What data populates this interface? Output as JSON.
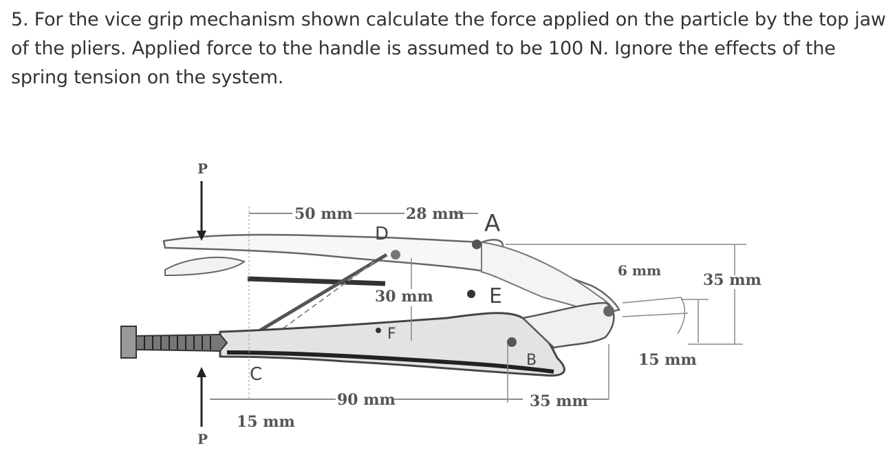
{
  "problem": {
    "lines": [
      "5. For the vice grip mechanism shown calculate the force applied on the particle by the top jaw",
      "of the pliers. Applied force to the handle is assumed to be 100 N. Ignore the effects of the",
      "spring tension on the system."
    ]
  },
  "figure": {
    "force_top": "P",
    "force_bottom": "P",
    "point_a": "A",
    "point_b": "B",
    "point_c": "C",
    "point_d": "D",
    "point_e": "E",
    "point_f": "F",
    "dim_50": "50 mm",
    "dim_28": "28 mm",
    "dim_30": "30 mm",
    "dim_90": "90 mm",
    "dim_35b": "35 mm",
    "dim_15": "15 mm",
    "dim_6": "6 mm",
    "dim_35r": "35 mm",
    "dim_15r": "15 mm"
  }
}
